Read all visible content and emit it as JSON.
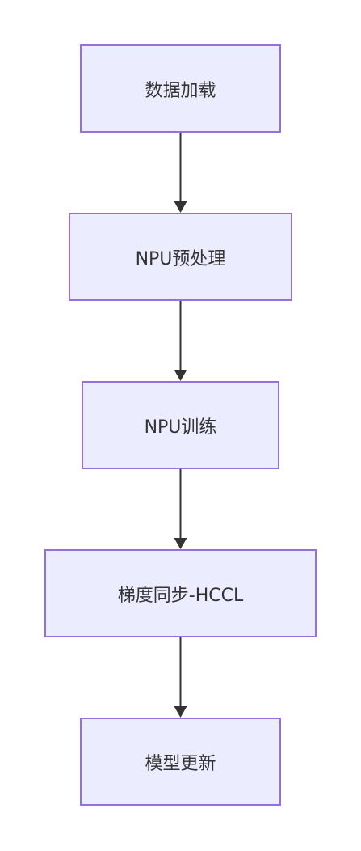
{
  "flowchart": {
    "nodes": [
      {
        "id": "n1",
        "label": "数据加载"
      },
      {
        "id": "n2",
        "label": "NPU预处理"
      },
      {
        "id": "n3",
        "label": "NPU训练"
      },
      {
        "id": "n4",
        "label": "梯度同步-HCCL"
      },
      {
        "id": "n5",
        "label": "模型更新"
      }
    ],
    "edges": [
      {
        "from": "n1",
        "to": "n2"
      },
      {
        "from": "n2",
        "to": "n3"
      },
      {
        "from": "n3",
        "to": "n4"
      },
      {
        "from": "n4",
        "to": "n5"
      }
    ],
    "colors": {
      "node_fill": "#ececff",
      "node_border": "#9370db",
      "text": "#333333",
      "edge": "#333333"
    }
  }
}
